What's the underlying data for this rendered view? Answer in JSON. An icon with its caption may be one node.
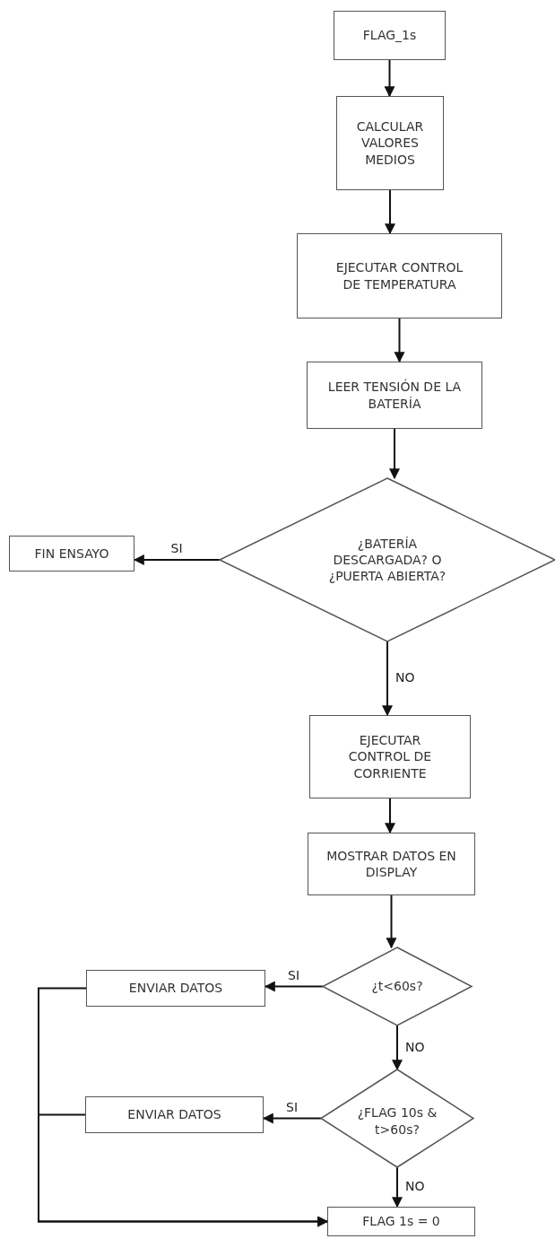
{
  "diagram": {
    "nodes": [
      {
        "text": [
          "FLAG_1s"
        ]
      },
      {
        "text": [
          "CALCULAR VALORES MEDIOS"
        ]
      },
      {
        "text": [
          "EJECUTAR CONTROL DE TEMPERATURA"
        ]
      },
      {
        "text": [
          "LEER TENSIÓN DE LA BATERÍA"
        ]
      },
      {
        "text": [
          "¿BATERÍA DESCARGADA? O ¿PUERTA ABIERTA?"
        ]
      },
      {
        "text": [
          "FIN ENSAYO"
        ]
      },
      {
        "text": [
          "EJECUTAR CONTROL DE CORRIENTE"
        ]
      },
      {
        "text": [
          "MOSTRAR DATOS EN DISPLAY"
        ]
      },
      {
        "text": [
          "¿t<60s?"
        ]
      },
      {
        "text": [
          "ENVIAR DATOS"
        ]
      },
      {
        "text": [
          "¿FLAG 10s & t>60s?"
        ]
      },
      {
        "text": [
          "ENVIAR DATOS"
        ]
      },
      {
        "text": [
          "FLAG 1s = 0"
        ]
      }
    ],
    "edges": [
      {
        "from": 0,
        "to": 1,
        "arrow": "to"
      },
      {
        "from": 1,
        "to": 2,
        "arrow": "to"
      },
      {
        "from": 2,
        "to": 3,
        "arrow": "to"
      },
      {
        "from": 3,
        "to": 4,
        "arrow": "to"
      },
      {
        "from": 4,
        "to": 5,
        "arrow": "to",
        "label": "SI"
      },
      {
        "from": 4,
        "to": 6,
        "arrow": "to",
        "label": "NO"
      },
      {
        "from": 6,
        "to": 7,
        "arrow": "to"
      },
      {
        "from": 7,
        "to": 8,
        "arrow": "to"
      },
      {
        "from": 8,
        "to": 9,
        "arrow": "to",
        "label": "SI"
      },
      {
        "from": 8,
        "to": 10,
        "arrow": "to",
        "label": "NO"
      },
      {
        "from": 10,
        "to": 11,
        "arrow": "to",
        "label": "SI"
      },
      {
        "from": 10,
        "to": 12,
        "arrow": "to",
        "label": "NO"
      },
      {
        "from": 9,
        "to": 12,
        "arrow": "to"
      },
      {
        "from": 11,
        "to": 12,
        "arrow": "to"
      }
    ]
  }
}
